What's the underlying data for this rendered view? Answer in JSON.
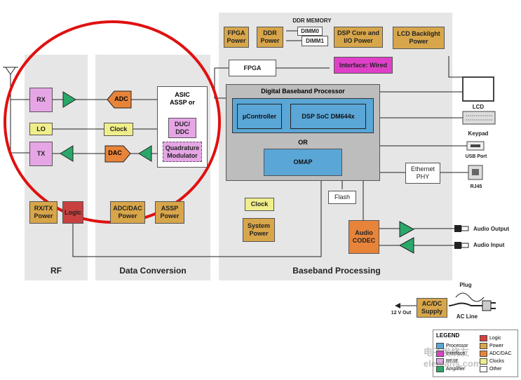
{
  "sections": {
    "rf": "RF",
    "data_conversion": "Data Conversion",
    "baseband": "Baseband Processing",
    "ddr_memory": "DDR MEMORY"
  },
  "rf_blocks": {
    "rx": "RX",
    "lo": "LO",
    "tx": "TX",
    "rxtx_power": "RX/TX Power",
    "logic": "Logic"
  },
  "conv_blocks": {
    "adc": "ADC",
    "dac": "DAC",
    "clock": "Clock",
    "asic": "ASIC ASSP or",
    "duc_ddc": "DUC/ DDC",
    "quad_mod": "Quadrature Modulator",
    "adc_dac_power": "ADC/DAC Power",
    "assp_power": "ASSP Power"
  },
  "baseband_blocks": {
    "fpga_power": "FPGA Power",
    "ddr_power": "DDR Power",
    "dimm0": "DIMM0",
    "dimm1": "DIMM1",
    "dsp_core_power": "DSP Core and I/O Power",
    "lcd_backlight_power": "LCD Backlight Power",
    "interface_wired": "Interface: Wired",
    "fpga": "FPGA",
    "dbp_title": "Digital Baseband Processor",
    "ucontroller": "µController",
    "dsp_soc": "DSP SoC DM644x",
    "or": "OR",
    "omap": "OMAP",
    "ethernet_phy": "Ethernet PHY",
    "flash": "Flash",
    "clock": "Clock",
    "system_power": "System Power",
    "audio_codec": "Audio CODEC"
  },
  "peripherals": {
    "lcd": "LCD",
    "keypad": "Keypad",
    "usb_port": "USB Port",
    "rj45": "RJ45",
    "audio_output": "Audio Output",
    "audio_input": "Audio Input",
    "plug": "Plug",
    "ac_line": "AC Line",
    "ac_dc_supply": "AC/DC Supply",
    "out_12v": "12 V Out"
  },
  "legend": {
    "title": "LEGEND",
    "items": [
      "Processor",
      "Interface",
      "RF/IF",
      "Amplifier",
      "Logic",
      "Power",
      "ADC/DAC",
      "Clocks",
      "Other"
    ]
  },
  "watermark": "电子发烧友 elecfans.com",
  "colors": {
    "power": "#d8a64a",
    "rf": "#e6a6e6",
    "clock": "#f0ee8a",
    "conv": "#e8843a",
    "processor": "#5aa6d6",
    "interface": "#e040c8",
    "amplifier": "#2aa86a",
    "logic": "#d84040",
    "highlight_circle": "#e01010"
  }
}
